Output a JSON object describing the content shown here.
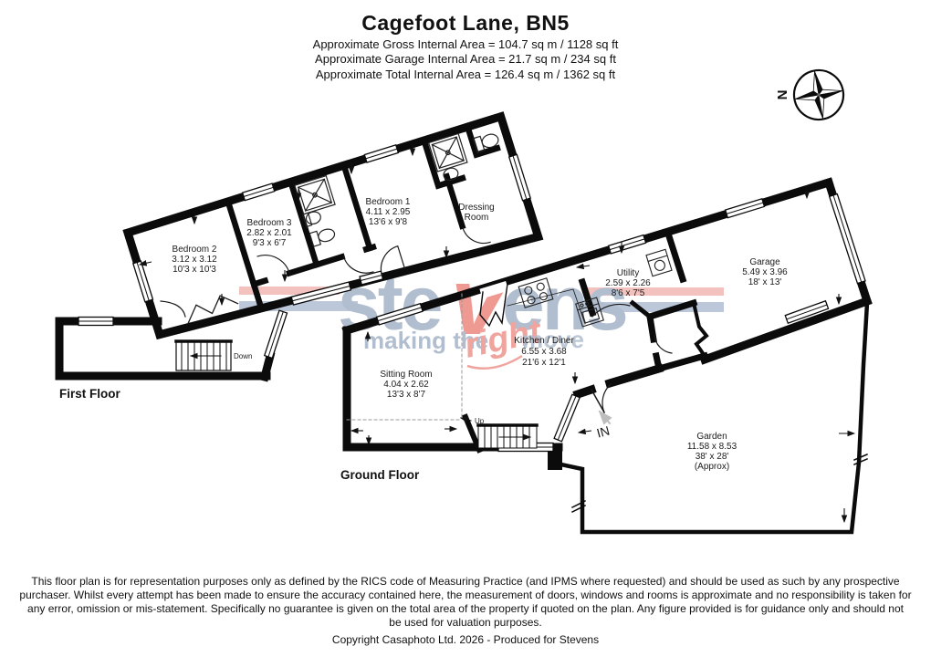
{
  "header": {
    "title": "Cagefoot Lane, BN5",
    "gross_line": "Approximate Gross Internal Area = 104.7 sq m / 1128 sq ft",
    "garage_line": "Approximate Garage Internal Area = 21.7 sq m / 234 sq ft",
    "total_line": "Approximate Total Internal Area = 126.4 sq m / 1362 sq ft"
  },
  "compass": {
    "north": "N"
  },
  "first_floor": {
    "label": "First Floor",
    "stairs_label": "Down",
    "rooms": {
      "bedroom2": {
        "name": "Bedroom 2",
        "metric": "3.12 x 3.12",
        "imperial": "10'3 x 10'3"
      },
      "bedroom3": {
        "name": "Bedroom 3",
        "metric": "2.82 x 2.01",
        "imperial": "9'3 x 6'7"
      },
      "bedroom1": {
        "name": "Bedroom 1",
        "metric": "4.11 x 2.95",
        "imperial": "13'6 x 9'8"
      },
      "dressing": {
        "name_line1": "Dressing",
        "name_line2": "Room"
      }
    }
  },
  "ground_floor": {
    "label": "Ground Floor",
    "stairs_label": "Up",
    "entrance_label": "IN",
    "rooms": {
      "sitting": {
        "name": "Sitting Room",
        "metric": "4.04 x 2.62",
        "imperial": "13'3 x 8'7"
      },
      "kitchen": {
        "name": "Kitchen / Diner",
        "metric": "6.55 x 3.68",
        "imperial": "21'6 x 12'1"
      },
      "utility": {
        "name": "Utility",
        "metric": "2.59 x 2.26",
        "imperial": "8'6 x 7'5"
      },
      "garage": {
        "name": "Garage",
        "metric": "5.49 x 3.96",
        "imperial": "18' x 13'"
      },
      "garden": {
        "name": "Garden",
        "metric": "11.58 x 8.53",
        "imperial": "38' x 28'",
        "note": "(Approx)"
      }
    }
  },
  "watermark": {
    "word_part1": "ste",
    "word_part2": "v",
    "word_part3": "ens",
    "tagline1": "making the",
    "tagline2": "right",
    "tagline3": "move"
  },
  "footer": {
    "disclaimer_lines": [
      "This floor plan is for representation purposes only as defined by the RICS code of Measuring Practice (and IPMS where requested) and should be used as such by any prospective",
      "purchaser. Whilst every attempt has been made to ensure the accuracy contained here, the measurement of doors, windows and rooms is approximate and no responsibility is taken for",
      "any error, omission or mis-statement. Specifically no guarantee is given on the total area of the property if quoted on the plan. Any figure provided is for guidance only and should not",
      "be used for valuation purposes."
    ],
    "copyright": "Copyright Casaphoto Ltd. 2026 - Produced for Stevens"
  },
  "colors": {
    "wall": "#0b0b0b",
    "watermark_text": "#a9b7ca",
    "watermark_red": "#ee8f88",
    "bar_pink": "#f3bcb8",
    "bar_blue": "#b5c3d6"
  }
}
